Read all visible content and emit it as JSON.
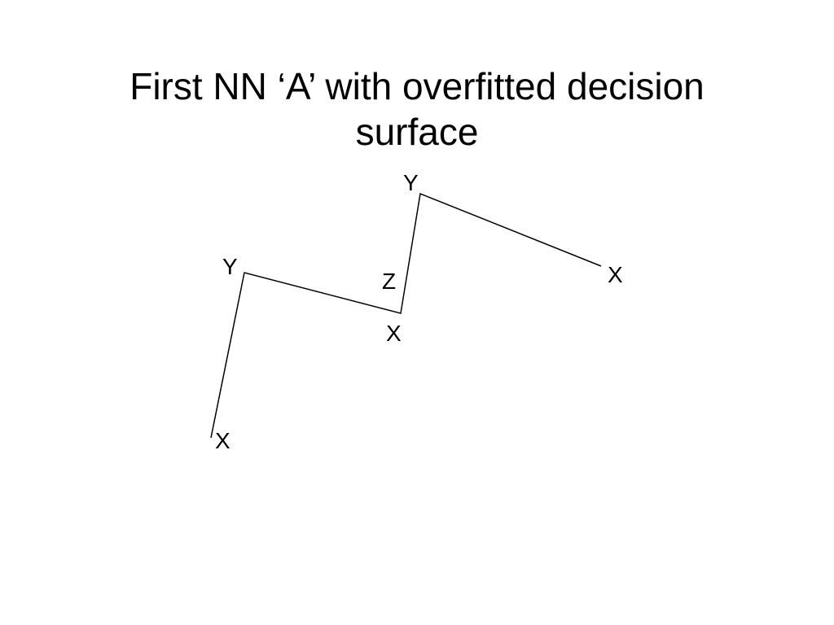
{
  "title": {
    "line1": "First NN ‘A’ with overfitted decision",
    "line2": "surface"
  },
  "diagram": {
    "line_color": "#000000",
    "labels": [
      "X",
      "Y",
      "X",
      "Z",
      "Y",
      "X"
    ]
  }
}
